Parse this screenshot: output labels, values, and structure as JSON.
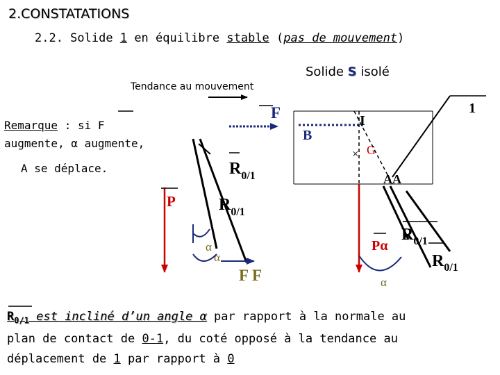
{
  "heading": "2.CONSTATATIONS",
  "subheading": {
    "prefix": "2.2. Solide ",
    "num": "1",
    "middle": " en équilibre ",
    "stable": "stable",
    "paren_open": " (",
    "pas": "pas de mouvement",
    "paren_close": ")"
  },
  "tendance_label": "Tendance au mouvement",
  "solide_label": {
    "pre": "Solide ",
    "S": "S",
    "post": " isolé"
  },
  "remarque": {
    "title": "Remarque",
    "line1_rest": " : si F",
    "line2": "augmente, α augmente,",
    "line3": "A se déplace."
  },
  "labels": {
    "F_top": "F",
    "R01_upper": "R",
    "R01_upper_sub": "0/1",
    "P_left": "P",
    "R01_lower": "R",
    "R01_lower_sub": "0/1",
    "alpha_1": "α",
    "alpha_2": "α",
    "FF": "F F",
    "num_1": "1",
    "B": "B",
    "I": "I",
    "G": "G",
    "AA": "AA",
    "P_alpha": "Pα",
    "R01_right_upper": "R",
    "R01_right_upper_sub": "0/1",
    "R01_right_lower": "R",
    "R01_right_lower_sub": "0/1",
    "alpha_3": "α"
  },
  "conclusion": {
    "R": "R",
    "R_sub": "0/1",
    "est_incline": " est incliné d’un angle α",
    "rest1": " par rapport à la normale au",
    "line2_pre": "plan de contact de ",
    "line2_01": "0-1",
    "line2_post": ", du coté opposé à la tendance au",
    "line3_pre": "déplacement de ",
    "line3_1": "1",
    "line3_mid": " par rapport à ",
    "line3_0": "0"
  },
  "colors": {
    "navy": "#1a2a7a",
    "red": "#cc0000",
    "olive": "#7a6a1e",
    "black": "#000000"
  }
}
